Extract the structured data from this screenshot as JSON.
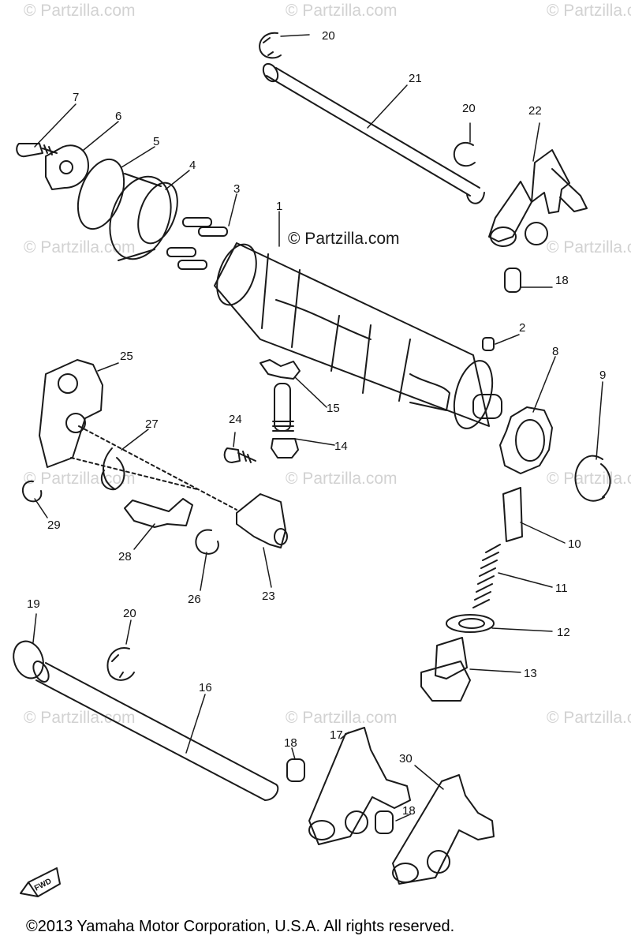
{
  "watermark": {
    "text": "© Partzilla.com",
    "color": "#d2d2d2",
    "positions_count_note": ""
  },
  "center_watermark": "© Partzilla.com",
  "fwd_label": "FWD",
  "copyright": "©2013  Yamaha Motor Corporation, U.S.A. All rights reserved.",
  "callouts": {
    "c1": "1",
    "c2": "2",
    "c3": "3",
    "c4": "4",
    "c5": "5",
    "c6": "6",
    "c7": "7",
    "c8": "8",
    "c9": "9",
    "c10": "10",
    "c11": "11",
    "c12": "12",
    "c13": "13",
    "c14": "14",
    "c15": "15",
    "c16": "16",
    "c17": "17",
    "c18a": "18",
    "c18b": "18",
    "c18c": "18",
    "c19": "19",
    "c20a": "20",
    "c20b": "20",
    "c20c": "20",
    "c21": "21",
    "c22": "22",
    "c23": "23",
    "c24": "24",
    "c25": "25",
    "c26": "26",
    "c27": "27",
    "c28": "28",
    "c29": "29",
    "c30": "30"
  }
}
